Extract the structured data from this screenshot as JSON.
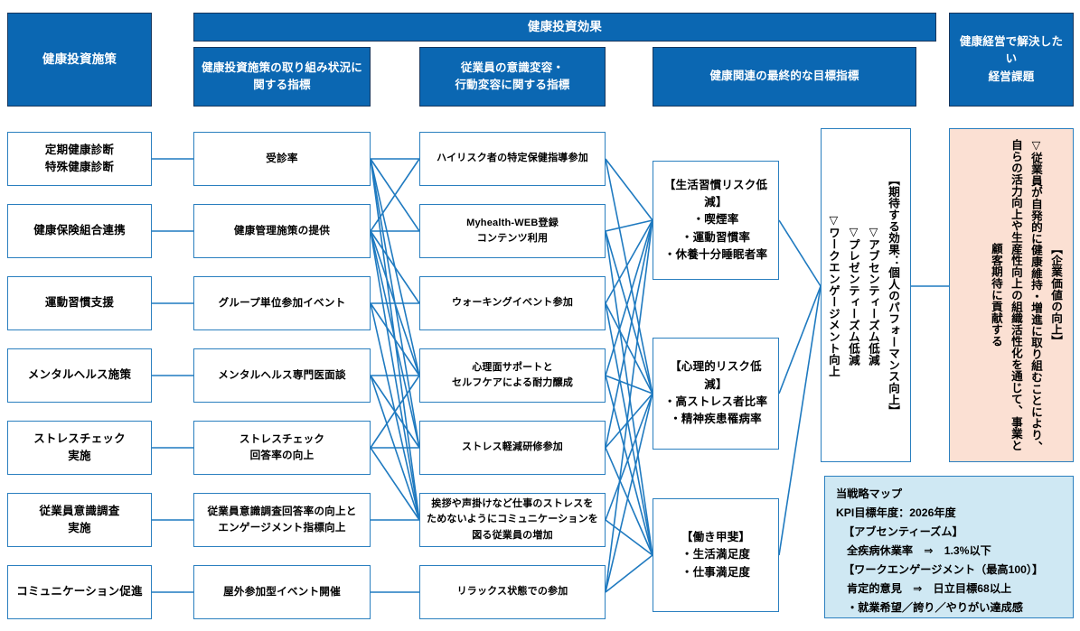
{
  "headers": {
    "col1": "健康投資施策",
    "effect_banner": "健康投資効果",
    "col2": "健康投資施策の取り組み状況に\n関する指標",
    "col3": "従業員の意識変容・\n行動変容に関する指標",
    "col4": "健康関連の最終的な目標指標",
    "col6": "健康経営で解決したい\n経営課題"
  },
  "col1_items": [
    {
      "line1": "定期健康診断",
      "line2": "特殊健康診断"
    },
    {
      "line1": "健康保険組合連携",
      "line2": ""
    },
    {
      "line1": "運動習慣支援",
      "line2": ""
    },
    {
      "line1": "メンタルヘルス施策",
      "line2": ""
    },
    {
      "line1": "ストレスチェック",
      "line2": "実施"
    },
    {
      "line1": "従業員意識調査",
      "line2": "実施"
    },
    {
      "line1": "コミュニケーション促進",
      "line2": ""
    }
  ],
  "col2_items": [
    {
      "line1": "受診率",
      "line2": ""
    },
    {
      "line1": "健康管理施策の提供",
      "line2": ""
    },
    {
      "line1": "グループ単位参加イベント",
      "line2": ""
    },
    {
      "line1": "メンタルヘルス専門医面談",
      "line2": ""
    },
    {
      "line1": "ストレスチェック",
      "line2": "回答率の向上"
    },
    {
      "line1": "従業員意識調査回答率の向上と",
      "line2": "エンゲージメント指標向上"
    },
    {
      "line1": "屋外参加型イベント開催",
      "line2": ""
    }
  ],
  "col3_items": [
    {
      "line1": "ハイリスク者の特定保健指導参加",
      "line2": "",
      "line3": ""
    },
    {
      "line1": "Myhealth-WEB登録",
      "line2": "コンテンツ利用",
      "line3": ""
    },
    {
      "line1": "ウォーキングイベント参加",
      "line2": "",
      "line3": ""
    },
    {
      "line1": "心理面サポートと",
      "line2": "セルフケアによる耐力醸成",
      "line3": ""
    },
    {
      "line1": "ストレス軽減研修参加",
      "line2": "",
      "line3": ""
    },
    {
      "line1": "挨拶や声掛けなど仕事のストレスを",
      "line2": "ためないようにコミュニケーションを",
      "line3": "図る従業員の増加"
    },
    {
      "line1": "リラックス状態での参加",
      "line2": "",
      "line3": ""
    }
  ],
  "col4_items": [
    {
      "title": "【生活習慣リスク低減】",
      "bullets": [
        "・喫煙率",
        "・運動習慣率",
        "・休養十分睡眠者率"
      ]
    },
    {
      "title": "【心理的リスク低減】",
      "bullets": [
        "・高ストレス者比率",
        "・精神疾患罹病率"
      ]
    },
    {
      "title": "【働き甲斐】",
      "bullets": [
        "・生活満足度",
        "・仕事満足度"
      ]
    }
  ],
  "col5_box": "【期待する効果：個人のパフォーマンス向上】\n▽アブセンティーズム低減\n▽プレゼンティーズム低減\n▽ワークエンゲージメント向上",
  "col6_box": "【企業価値の向上】\n▽従業員が自発的に健康維持・増進に取り組むことにより、\n自らの活力向上や生産性向上の組織活性化を通じて、事業と\n顧客期待に貢献する",
  "kpi_panel": {
    "line1": "当戦略マップ",
    "line2": "KPI目標年度：2026年度",
    "line3": "【アブセンティーズム】",
    "line4": "全疾病休業率　⇒　1.3%以下",
    "line5": "【ワークエンゲージメント（最高100）】",
    "line6": "肯定的意見　⇒　日立目標68以上",
    "line7": "・就業希望／誇り／やりがい達成感"
  },
  "colors": {
    "header_blue": "#0b67b2",
    "header_border": "#17365d",
    "box_border": "#2a7fbf",
    "connector": "#1f7ac0",
    "peach": "#fbe0d3",
    "kpi_bg": "#cfe8f3"
  }
}
